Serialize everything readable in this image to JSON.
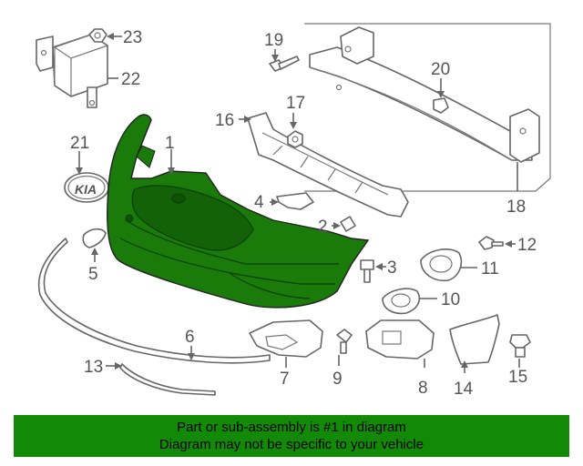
{
  "diagram": {
    "callouts": [
      "1",
      "2",
      "3",
      "4",
      "5",
      "6",
      "7",
      "8",
      "9",
      "10",
      "11",
      "12",
      "13",
      "14",
      "15",
      "16",
      "17",
      "18",
      "19",
      "20",
      "21",
      "22",
      "23"
    ],
    "highlight_color": "#1a7a0a",
    "logo_text": "KIA"
  },
  "banner": {
    "line1": "Part or sub-assembly is #1 in diagram",
    "line2": "Diagram may not be specific to your vehicle",
    "color": "#138a07"
  }
}
